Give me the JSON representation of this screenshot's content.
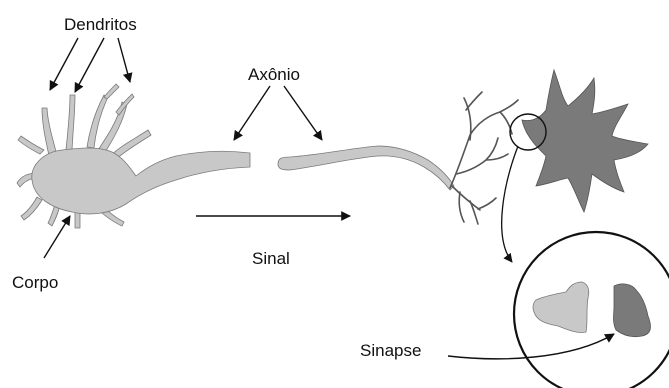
{
  "labels": {
    "dendrites": "Dendritos",
    "axon": "Axônio",
    "body": "Corpo",
    "signal": "Sinal",
    "synapse": "Sinapse"
  },
  "colors": {
    "neuron_light": "#c8c8c8",
    "neuron_dark": "#7a7a7a",
    "outline": "#555555",
    "arrow": "#111111"
  }
}
